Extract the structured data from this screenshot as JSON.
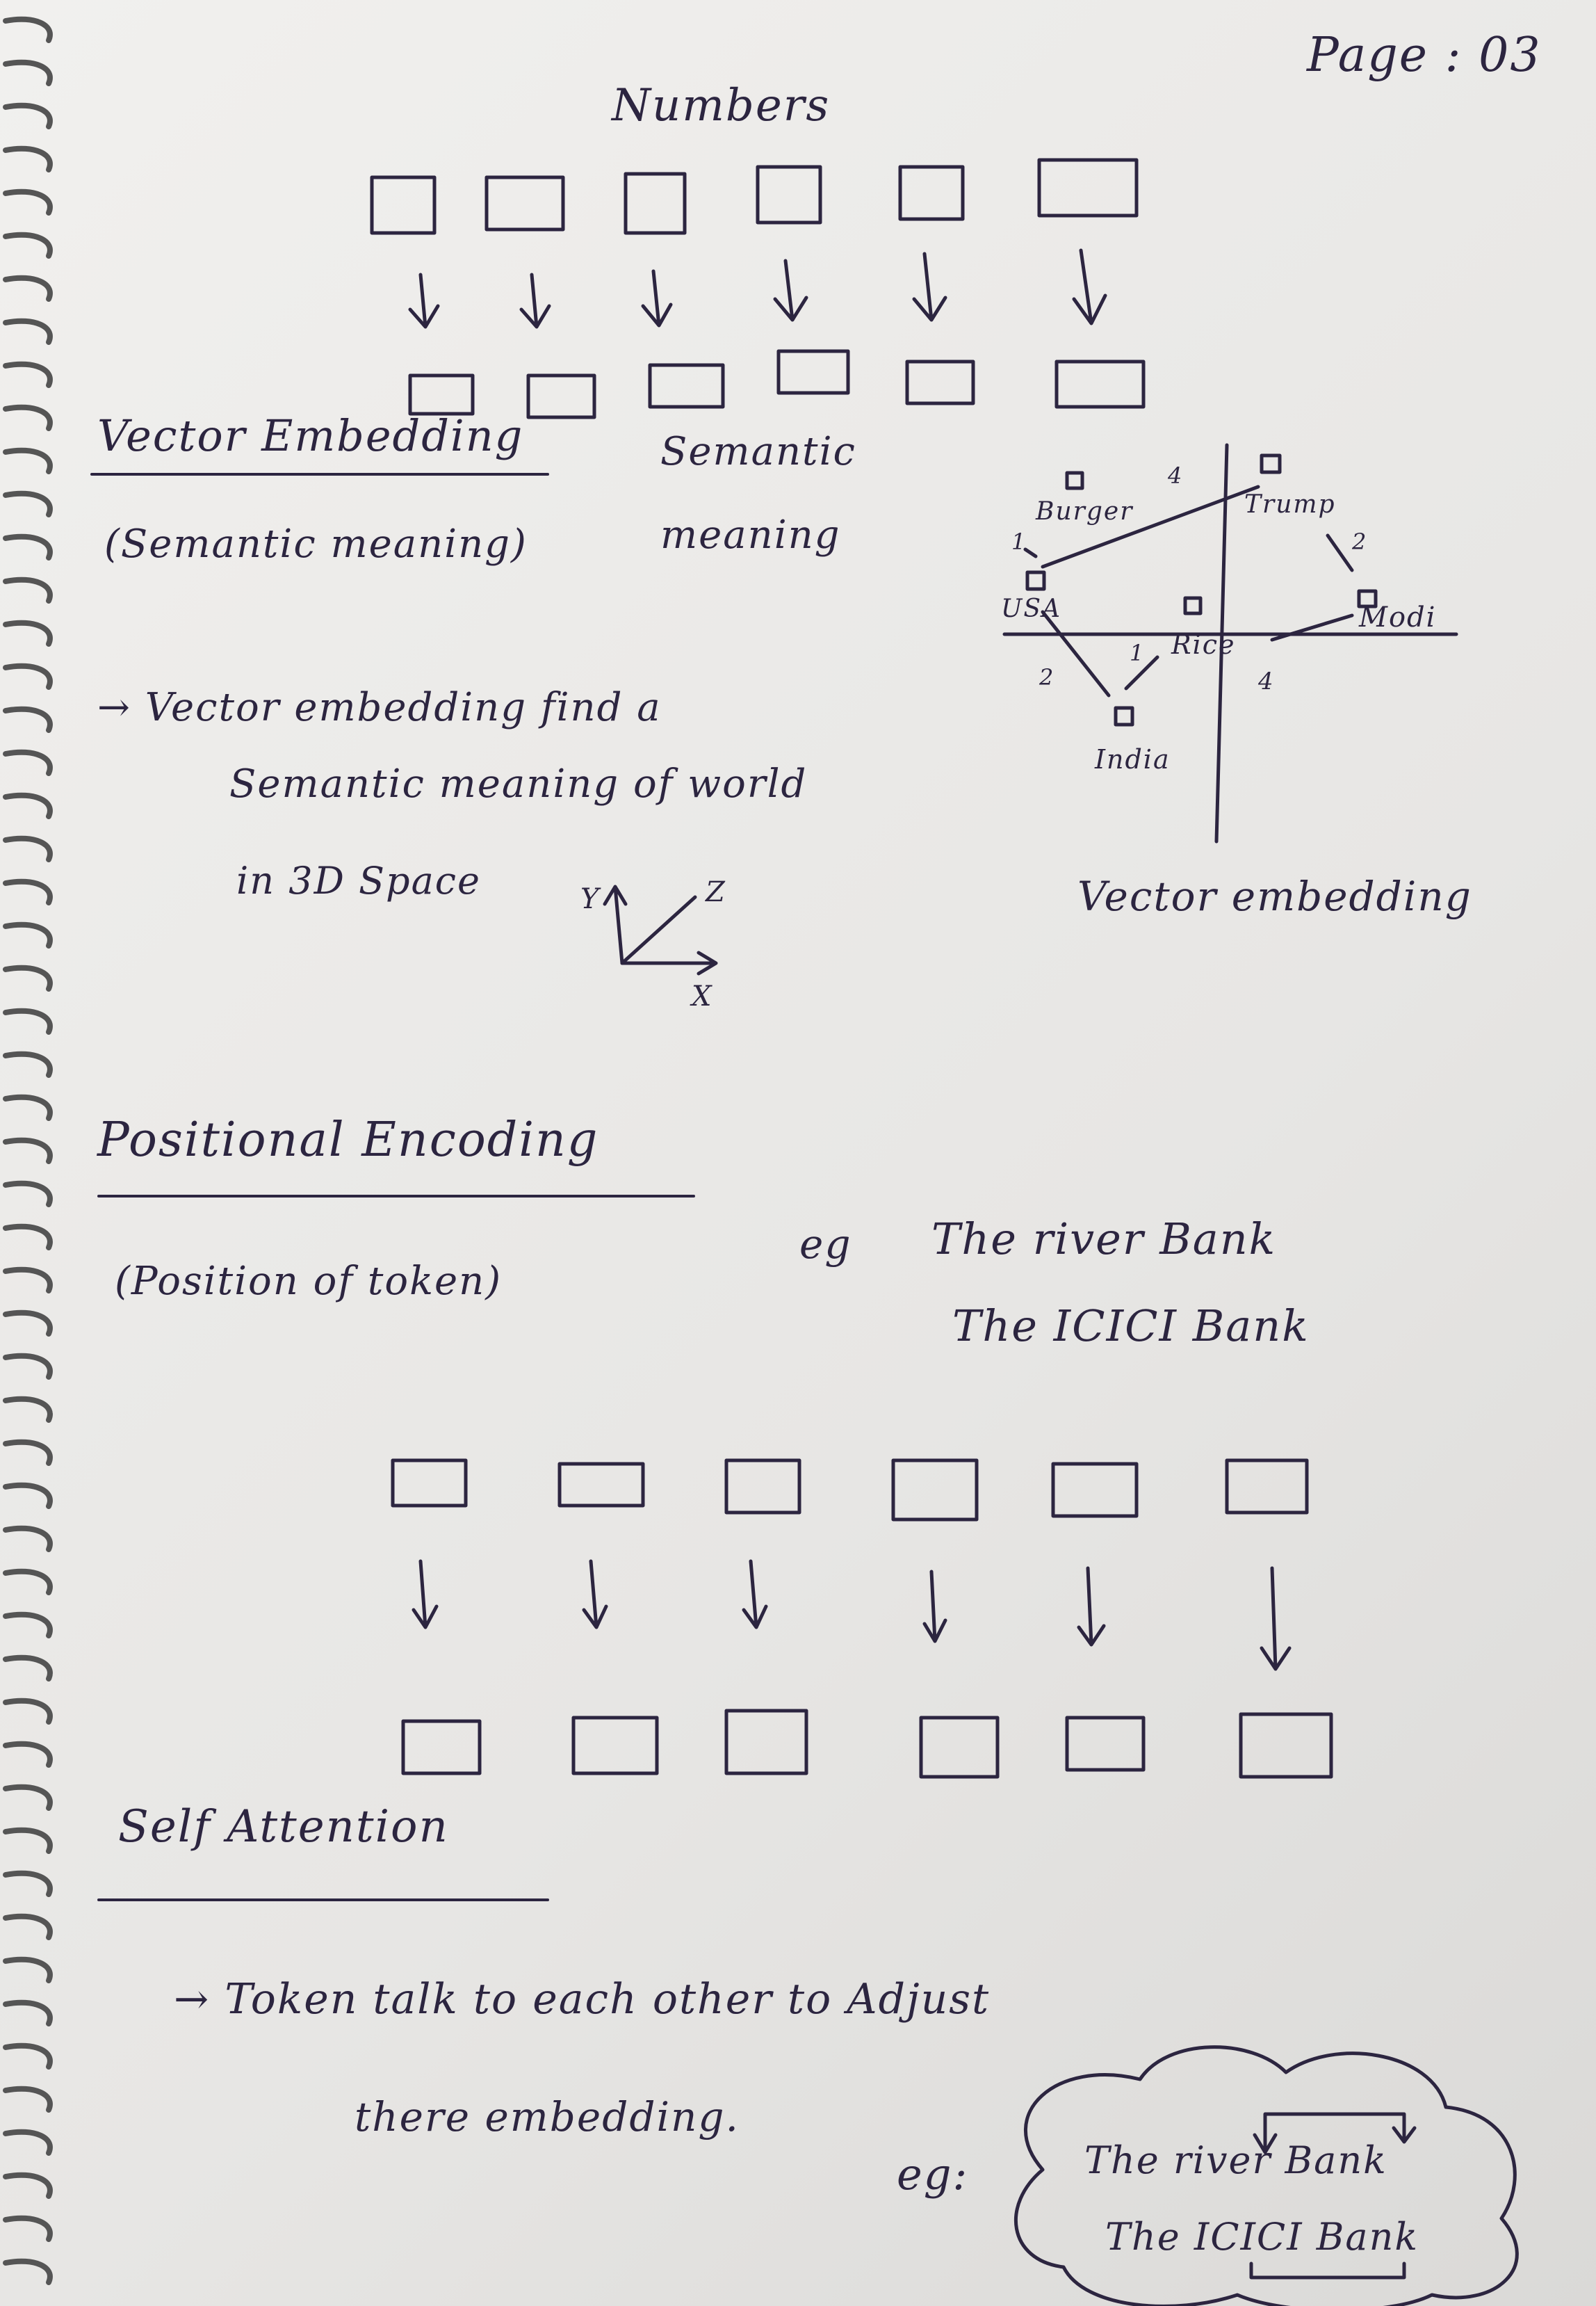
{
  "page_label": "Page : 03",
  "numbers_title": "Numbers",
  "vector_embedding": {
    "heading": "Vector Embedding",
    "subheading": "(Semantic meaning)",
    "semantic_label": "Semantic meaning",
    "note_line1": "→ Vector embedding find a",
    "note_line2": "Semantic meaning of world",
    "note_line3": "in 3D Space",
    "axis_y": "Y",
    "axis_z": "Z",
    "axis_x": "X",
    "graph": {
      "labels": {
        "burger": "Burger",
        "trump": "Trump",
        "usa": "USA",
        "modi": "Modi",
        "rice": "Rice",
        "india": "India"
      },
      "distances": {
        "burger_trump": "4",
        "usa_burger": "1",
        "trump_modi": "2",
        "usa_india": "2",
        "india_rice": "1",
        "rice_modi": "4"
      },
      "caption": "Vector embedding"
    }
  },
  "positional_encoding": {
    "heading": "Positional Encoding",
    "subheading": "(Position of token)",
    "eg_label": "eg",
    "example_line1": "The river Bank",
    "example_line2": "The ICICI Bank"
  },
  "self_attention": {
    "heading": "Self Attention",
    "note_line1": "→ Token talk to each other to Adjust",
    "note_line2": "there embedding.",
    "eg_label": "eg:",
    "cloud_line1": "The river Bank",
    "cloud_line2": "The ICICI Bank"
  },
  "colors": {
    "ink": "#2c2540",
    "paper": "#ecebea"
  }
}
